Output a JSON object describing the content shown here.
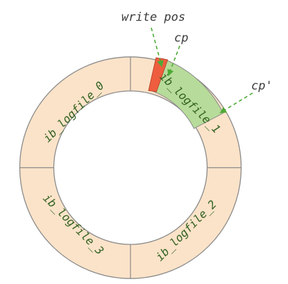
{
  "diagram": {
    "segments": [
      {
        "label": "ib_logfile_0"
      },
      {
        "label": "ib_logfile_1"
      },
      {
        "label": "ib_logfile_2"
      },
      {
        "label": "ib_logfile_3"
      }
    ],
    "annotations": {
      "write_pos": "write pos",
      "cp": "cp",
      "cp_prime": "cp'"
    },
    "colors": {
      "ring_fill": "#fbe3c9",
      "ring_stroke": "#8a8a8a",
      "checkpoint_region": "#b7db9a",
      "write_pos_marker": "#ee5e3e",
      "arrow": "#4daa36",
      "segment_text": "#2f5f1e",
      "annotation_text": "#3b3b3b"
    }
  }
}
